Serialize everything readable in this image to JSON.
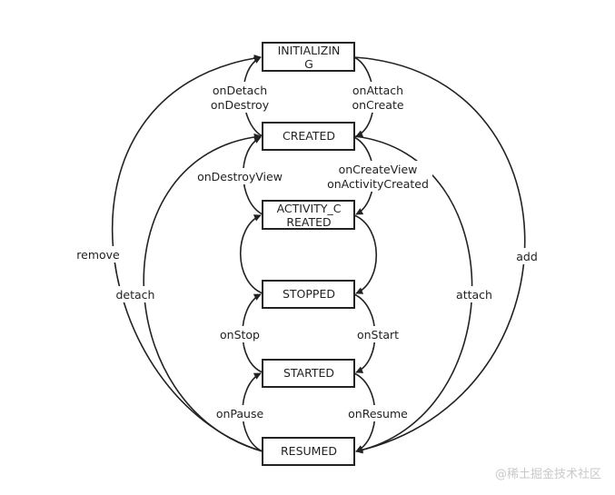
{
  "states": {
    "initializing": [
      "INITIALIZIN",
      "G"
    ],
    "created": [
      "CREATED"
    ],
    "activity_created": [
      "ACTIVITY_C",
      "REATED"
    ],
    "stopped": [
      "STOPPED"
    ],
    "started": [
      "STARTED"
    ],
    "resumed": [
      "RESUMED"
    ]
  },
  "edges": {
    "on_detach_destroy": [
      "onDetach",
      "onDestroy"
    ],
    "on_attach_create": [
      "onAttach",
      "onCreate"
    ],
    "on_destroy_view": [
      "onDestroyView"
    ],
    "on_create_view": [
      "onCreateView",
      "onActivityCreated"
    ],
    "on_stop": [
      "onStop"
    ],
    "on_start": [
      "onStart"
    ],
    "on_pause": [
      "onPause"
    ],
    "on_resume": [
      "onResume"
    ],
    "remove": [
      "remove"
    ],
    "detach": [
      "detach"
    ],
    "attach": [
      "attach"
    ],
    "add": [
      "add"
    ]
  },
  "watermark": "@稀土掘金技术社区",
  "colors": {
    "stroke": "#222222",
    "text": "#222222",
    "watermark": "#c9c9c9"
  }
}
